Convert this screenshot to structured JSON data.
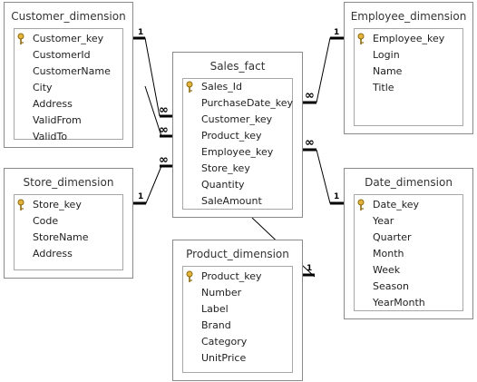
{
  "tables": {
    "customer": {
      "title": "Customer_dimension",
      "fields": [
        "Customer_key",
        "CustomerId",
        "CustomerName",
        "City",
        "Address",
        "ValidFrom",
        "ValidTo"
      ]
    },
    "store": {
      "title": "Store_dimension",
      "fields": [
        "Store_key",
        "Code",
        "StoreName",
        "Address"
      ]
    },
    "sales": {
      "title": "Sales_fact",
      "fields": [
        "Sales_Id",
        "PurchaseDate_key",
        "Customer_key",
        "Product_key",
        "Employee_key",
        "Store_key",
        "Quantity",
        "SaleAmount"
      ]
    },
    "product": {
      "title": "Product_dimension",
      "fields": [
        "Product_key",
        "Number",
        "Label",
        "Brand",
        "Category",
        "UnitPrice"
      ]
    },
    "employee": {
      "title": "Employee_dimension",
      "fields": [
        "Employee_key",
        "Login",
        "Name",
        "Title"
      ]
    },
    "date": {
      "title": "Date_dimension",
      "fields": [
        "Date_key",
        "Year",
        "Quarter",
        "Month",
        "Week",
        "Season",
        "YearMonth"
      ]
    }
  },
  "cardinality": {
    "one": "1",
    "many": "∞"
  },
  "colors": {
    "line": "#000000",
    "box_border": "#8a8a8a",
    "list_border": "#a7a7a7",
    "key_fill": "#e3b43c",
    "key_stroke": "#8c6a10"
  },
  "icons": {
    "primary_key": "key-icon"
  }
}
